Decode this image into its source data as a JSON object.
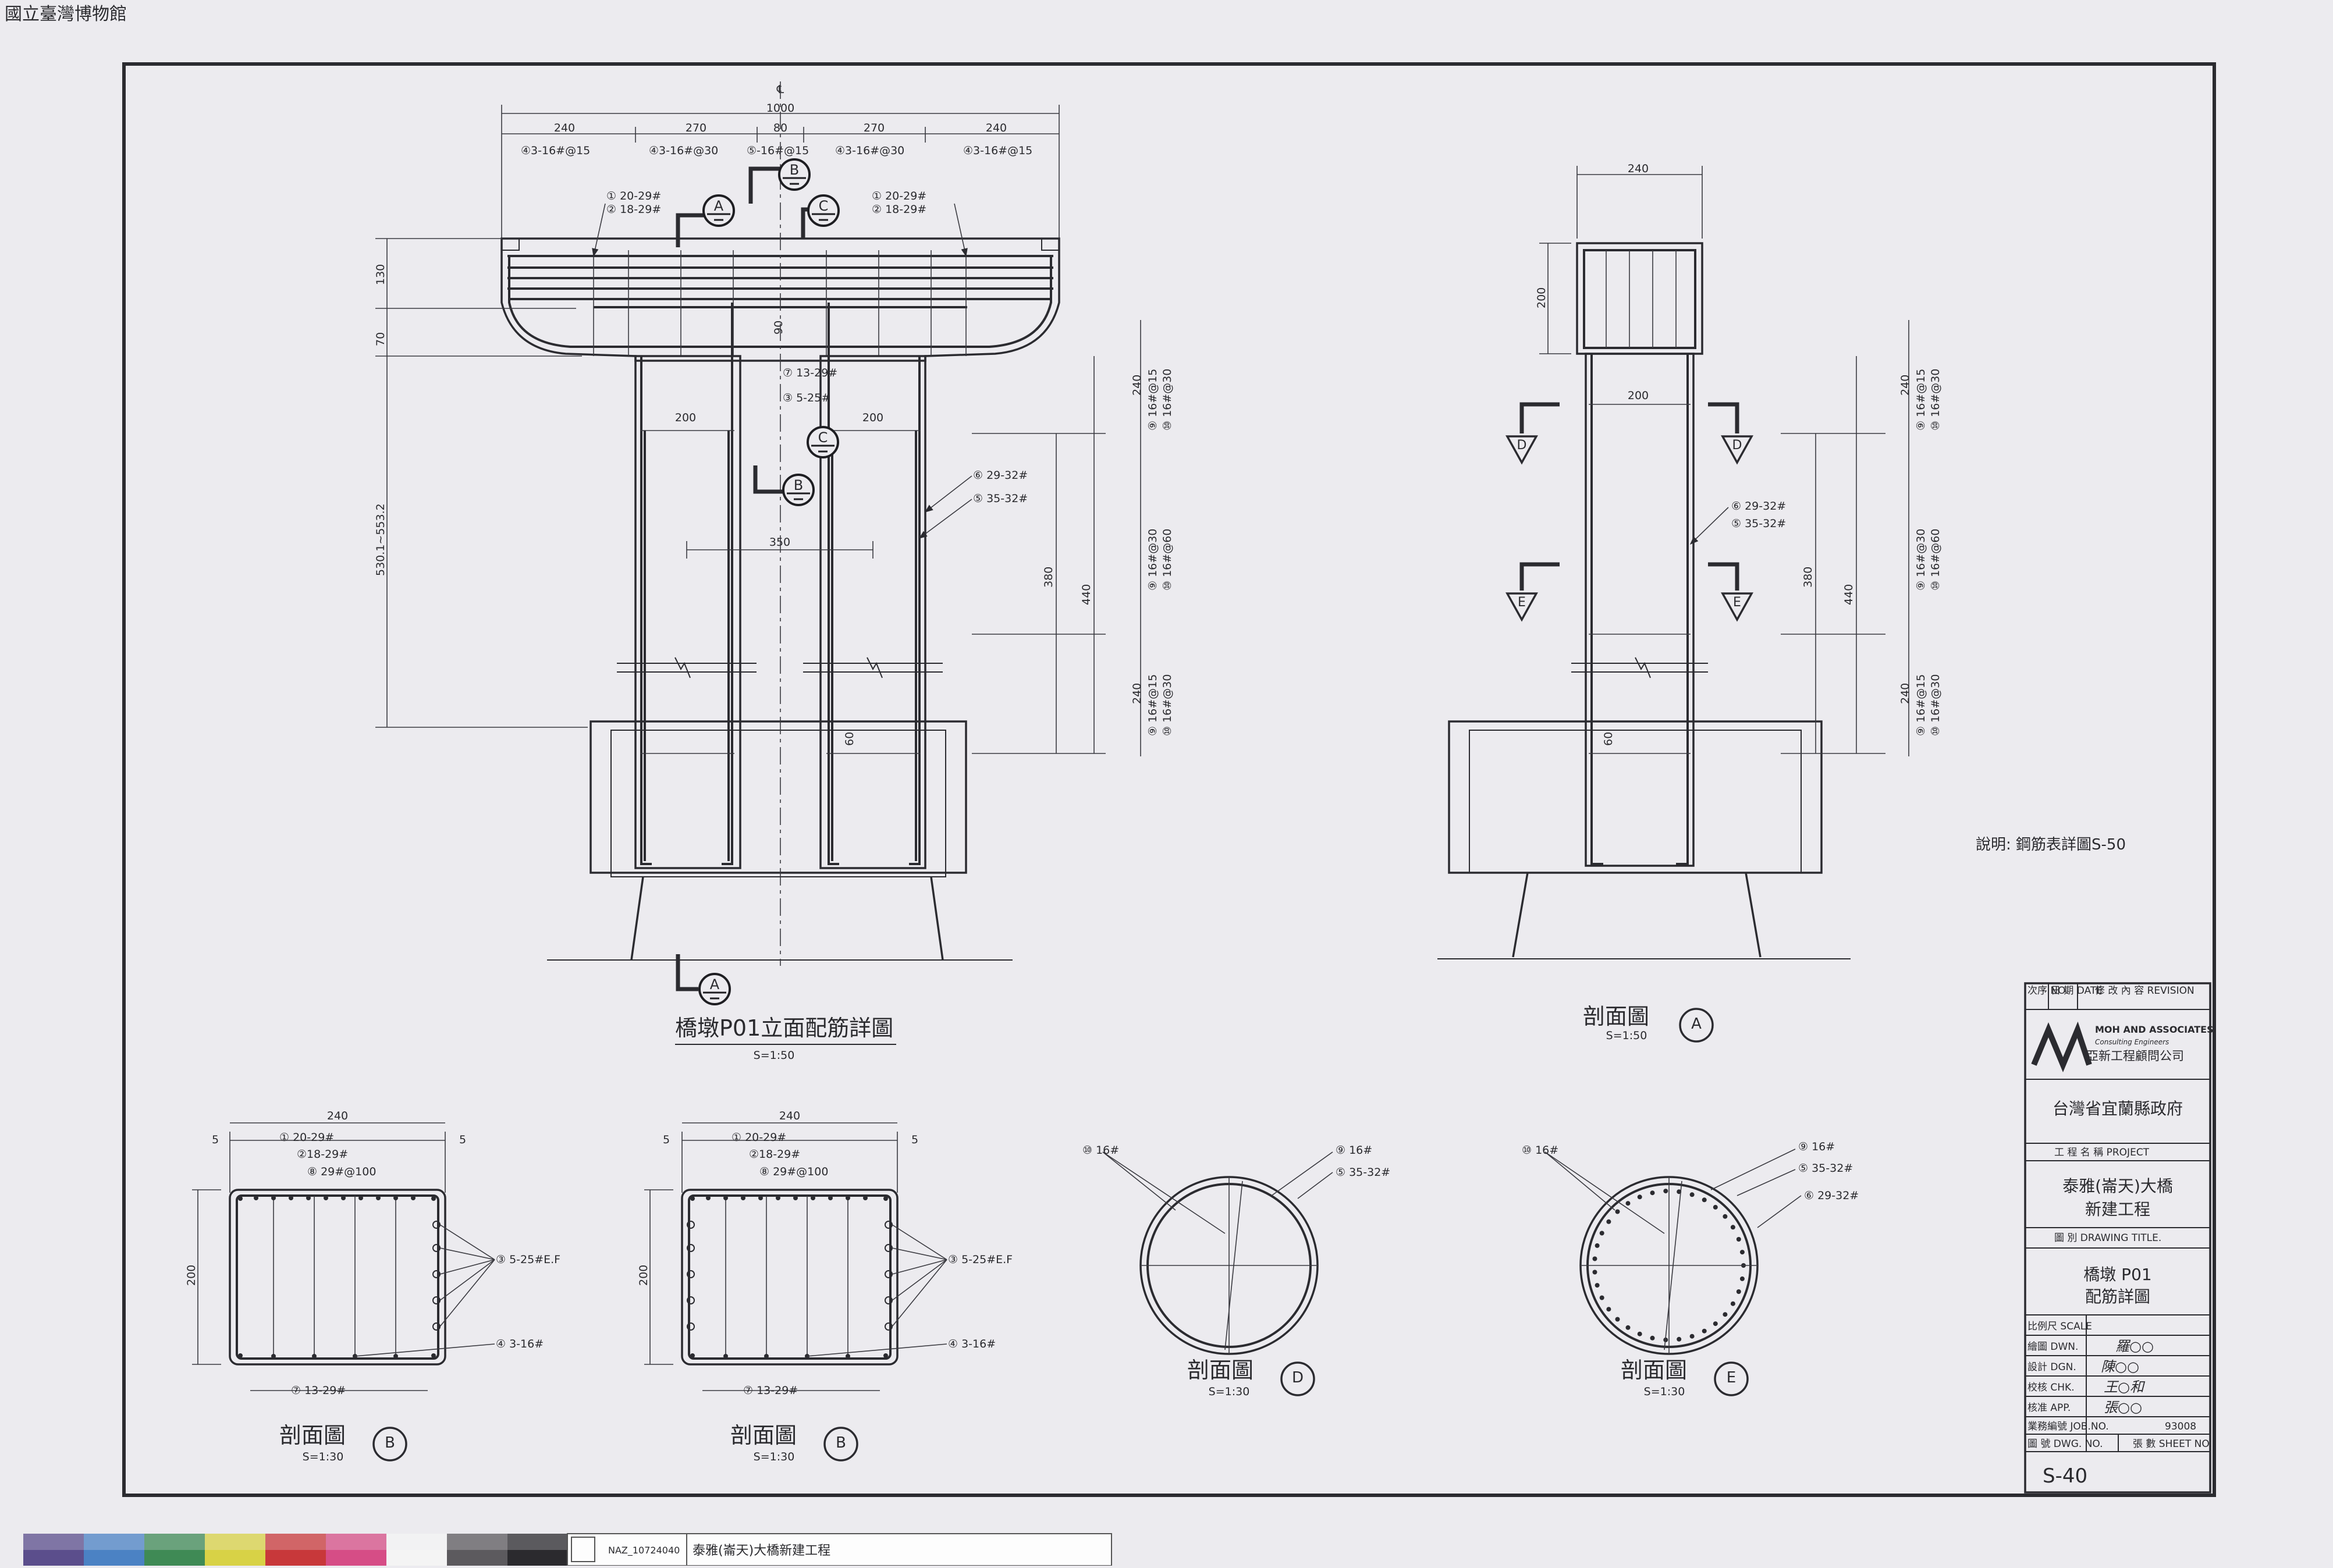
{
  "museum_stamp": "國立臺灣博物館",
  "elevation": {
    "title": "橋墩P01立面配筋詳圖",
    "scale": "S=1:50",
    "centerline": "℄",
    "top_dims": [
      "240",
      "270",
      "80",
      "270",
      "240"
    ],
    "total_width": "1000",
    "top_rebar": [
      "④3-16#@15",
      "④3-16#@30",
      "⑤-16#@15",
      "④3-16#@30",
      "④3-16#@15"
    ],
    "left_dims": [
      "130",
      "70",
      "530.1~553.2"
    ],
    "cap_rebar_left": [
      "① 20-29#",
      "② 18-29#"
    ],
    "cap_rebar_right": [
      "① 20-29#",
      "② 18-29#"
    ],
    "col_dims": [
      "200",
      "200",
      "350",
      "90",
      "60"
    ],
    "col_rebar_mid": [
      "⑦ 13-29#",
      "③ 5-25#"
    ],
    "col_rebar_right": [
      "⑥ 29-32#",
      "⑤ 35-32#"
    ],
    "right_dims": [
      "380",
      "440"
    ],
    "stirrup_zones": [
      {
        "dim": "240",
        "a": "⑨ 16#@15",
        "b": "⑩ 16#@30"
      },
      {
        "dim": "",
        "a": "⑨ 16#@30",
        "b": "⑩ 16#@60"
      },
      {
        "dim": "240",
        "a": "⑨ 16#@15",
        "b": "⑩ 16#@30"
      }
    ]
  },
  "section_a": {
    "title": "剖面圖",
    "marker": "A",
    "scale": "S=1:50",
    "dims": [
      "240",
      "200",
      "200",
      "60",
      "380",
      "440"
    ],
    "col_rebar": [
      "⑥ 29-32#",
      "⑤ 35-32#"
    ],
    "stirrup_zones": [
      {
        "dim": "240",
        "a": "⑨ 16#@15",
        "b": "⑩ 16#@30"
      },
      {
        "dim": "",
        "a": "⑨ 16#@30",
        "b": "⑩ 16#@60"
      },
      {
        "dim": "240",
        "a": "⑨ 16#@15",
        "b": "⑩ 16#@30"
      }
    ],
    "note": "說明: 鋼筋表詳圖S-50"
  },
  "section_b1": {
    "title": "剖面圖",
    "marker": "B",
    "scale": "S=1:30",
    "dims": [
      "240",
      "5",
      "5",
      "200"
    ],
    "rebar": [
      "① 20-29#",
      "②18-29#",
      "⑧ 29#@100",
      "③ 5-25#E.F",
      "④ 3-16#",
      "⑦ 13-29#"
    ]
  },
  "section_b2": {
    "title": "剖面圖",
    "marker": "B",
    "scale": "S=1:30",
    "dims": [
      "240",
      "5",
      "5",
      "200"
    ],
    "rebar": [
      "① 20-29#",
      "②18-29#",
      "⑧ 29#@100",
      "③ 5-25#E.F",
      "④ 3-16#",
      "⑦ 13-29#"
    ]
  },
  "section_d": {
    "title": "剖面圖",
    "marker": "D",
    "scale": "S=1:30",
    "rebar": [
      "⑩ 16#",
      "⑨ 16#",
      "⑤ 35-32#"
    ]
  },
  "section_e": {
    "title": "剖面圖",
    "marker": "E",
    "scale": "S=1:30",
    "rebar": [
      "⑩ 16#",
      "⑨ 16#",
      "⑤ 35-32#",
      "⑥ 29-32#"
    ]
  },
  "cut_markers": [
    "A",
    "B",
    "C",
    "B",
    "C",
    "B",
    "A",
    "D",
    "D",
    "E",
    "E"
  ],
  "title_block": {
    "revision_header": [
      "次序 NO.",
      "日 期 DATE",
      "修 改 內 容 REVISION"
    ],
    "firm_en": "MOH AND ASSOCIATES",
    "firm_en_sub": "Consulting Engineers",
    "firm_cn": "亞新工程顧問公司",
    "client": "台灣省宜蘭縣政府",
    "project_label": "工 程 名 稱  PROJECT",
    "project_line1": "泰雅(崙天)大橋",
    "project_line2": "新建工程",
    "drawing_label": "圖 別  DRAWING TITLE.",
    "drawing_line1": "橋墩 P01",
    "drawing_line2": "配筋詳圖",
    "rows": [
      "比例尺 SCALE",
      "繪圖 DWN.",
      "設計 DGN.",
      "校核 CHK.",
      "核准 APP.",
      "業務編號 JOB.NO.",
      "圖 號 DWG. NO."
    ],
    "job_no": "93008",
    "sheet_label": "張 數 SHEET NO.",
    "signatures": [
      "羅○○",
      "陳○○",
      "王○和",
      "張○○"
    ],
    "drawing_no": "S-40"
  },
  "archive_label": {
    "id": "NAZ_10724040",
    "name": "泰雅(崙天)大橋新建工程"
  },
  "colors": {
    "paper": "#ecebef",
    "ink": "#2b2b30",
    "strip": [
      "#5b4e8c",
      "#4b82c4",
      "#3f8a55",
      "#d8d246",
      "#c8383a",
      "#d64d86",
      "#f4f4f4",
      "#5c5a5e",
      "#2b2a2e"
    ]
  }
}
